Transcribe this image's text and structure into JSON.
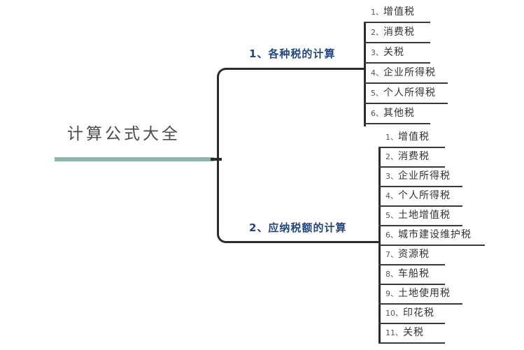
{
  "diagram": {
    "root": {
      "label": "计算公式大全",
      "line_color": "#8fb5af"
    },
    "spine_color": "#2b2b2b",
    "branch_label_color": "#24457e",
    "branches": [
      {
        "label": "1、各种税的计算",
        "items": [
          {
            "num": "1、",
            "text": "增值税"
          },
          {
            "num": "2、",
            "text": "消费税"
          },
          {
            "num": "3、",
            "text": "关税"
          },
          {
            "num": "4、",
            "text": "企业所得税"
          },
          {
            "num": "5、",
            "text": "个人所得税"
          },
          {
            "num": "6、",
            "text": "其他税"
          }
        ]
      },
      {
        "label": "2、应纳税额的计算",
        "items": [
          {
            "num": "1、",
            "text": "增值税"
          },
          {
            "num": "2、",
            "text": "消费税"
          },
          {
            "num": "3、",
            "text": "企业所得税"
          },
          {
            "num": "4、",
            "text": "个人所得税"
          },
          {
            "num": "5、",
            "text": "土地增值税"
          },
          {
            "num": "6、",
            "text": "城市建设维护税"
          },
          {
            "num": "7、",
            "text": "资源税"
          },
          {
            "num": "8、",
            "text": "车船税"
          },
          {
            "num": "9、",
            "text": "土地使用税"
          },
          {
            "num": "10、",
            "text": "印花税"
          },
          {
            "num": "11、",
            "text": "关税"
          }
        ]
      }
    ]
  }
}
